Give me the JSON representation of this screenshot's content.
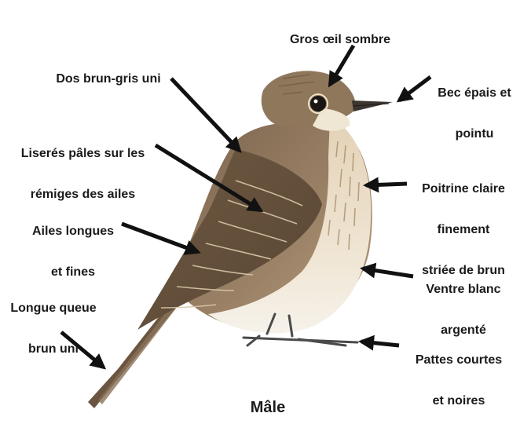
{
  "annotations": {
    "eye": "Gros œil sombre",
    "back": "Dos brun-gris uni",
    "beak_line1": "Bec épais et",
    "beak_line2": "pointu",
    "edges_line1": "Liserés pâles sur les",
    "edges_line2": "rémiges des ailes",
    "breast_line1": "Poitrine claire",
    "breast_line2": "finement",
    "breast_line3": "striée de brun",
    "wings_line1": "Ailes longues",
    "wings_line2": "et fines",
    "belly_line1": "Ventre blanc",
    "belly_line2": "argenté",
    "tail_line1": "Longue queue",
    "tail_line2": "brun uni",
    "legs_line1": "Pattes courtes",
    "legs_line2": "et noires"
  },
  "caption": "Mâle",
  "colors": {
    "text": "#1a1a1a",
    "arrow": "#111111",
    "plumage_back": "#8a7257",
    "plumage_dark": "#5e4a36",
    "breast": "#e9dcc6",
    "belly": "#f4efe6",
    "legs": "#4a4a4a"
  }
}
